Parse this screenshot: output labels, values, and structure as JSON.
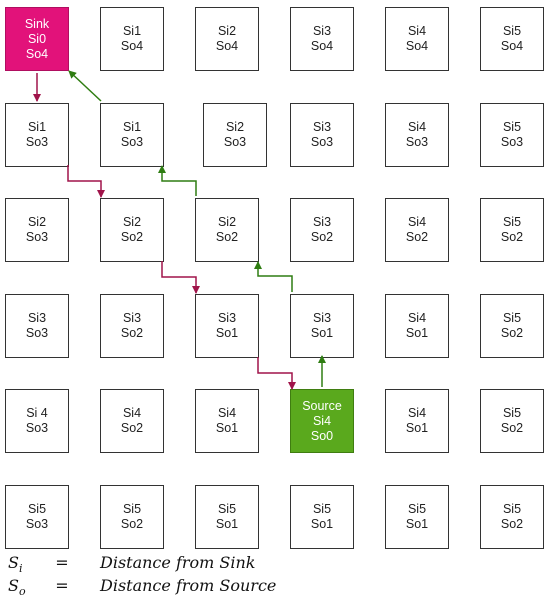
{
  "nodes": [
    {
      "type": "sink",
      "lines": [
        "Sink",
        "Si0",
        "So4"
      ]
    },
    {
      "lines": [
        "Si1",
        "So4"
      ]
    },
    {
      "lines": [
        "Si2",
        "So4"
      ]
    },
    {
      "lines": [
        "Si3",
        "So4"
      ]
    },
    {
      "lines": [
        "Si4",
        "So4"
      ]
    },
    {
      "lines": [
        "Si5",
        "So4"
      ]
    },
    {
      "lines": [
        "Si1",
        "So3"
      ]
    },
    {
      "lines": [
        "Si1",
        "So3"
      ]
    },
    {
      "lines": [
        "Si2",
        "So3"
      ]
    },
    {
      "lines": [
        "Si3",
        "So3"
      ]
    },
    {
      "lines": [
        "Si4",
        "So3"
      ]
    },
    {
      "lines": [
        "Si5",
        "So3"
      ]
    },
    {
      "lines": [
        "Si2",
        "So3"
      ]
    },
    {
      "lines": [
        "Si2",
        "So2"
      ]
    },
    {
      "lines": [
        "Si2",
        "So2"
      ]
    },
    {
      "lines": [
        "Si3",
        "So2"
      ]
    },
    {
      "lines": [
        "Si4",
        "So2"
      ]
    },
    {
      "lines": [
        "Si5",
        "So2"
      ]
    },
    {
      "lines": [
        "Si3",
        "So3"
      ]
    },
    {
      "lines": [
        "Si3",
        "So2"
      ]
    },
    {
      "lines": [
        "Si3",
        "So1"
      ]
    },
    {
      "lines": [
        "Si3",
        "So1"
      ]
    },
    {
      "lines": [
        "Si4",
        "So1"
      ]
    },
    {
      "lines": [
        "Si5",
        "So2"
      ]
    },
    {
      "lines": [
        "Si 4",
        "So3"
      ]
    },
    {
      "lines": [
        "Si4",
        "So2"
      ]
    },
    {
      "lines": [
        "Si4",
        "So1"
      ]
    },
    {
      "type": "source",
      "lines": [
        "Source",
        "Si4",
        "So0"
      ]
    },
    {
      "lines": [
        "Si4",
        "So1"
      ]
    },
    {
      "lines": [
        "Si5",
        "So2"
      ]
    },
    {
      "lines": [
        "Si5",
        "So3"
      ]
    },
    {
      "lines": [
        "Si5",
        "So2"
      ]
    },
    {
      "lines": [
        "Si5",
        "So1"
      ]
    },
    {
      "lines": [
        "Si5",
        "So1"
      ]
    },
    {
      "lines": [
        "Si5",
        "So1"
      ]
    },
    {
      "lines": [
        "Si5",
        "So2"
      ]
    }
  ],
  "legend": [
    {
      "symbol": "S",
      "sub": "i",
      "eq": "=",
      "text": "Distance from Sink"
    },
    {
      "symbol": "S",
      "sub": "o",
      "eq": "=",
      "text": "Distance from Source"
    }
  ],
  "colors": {
    "sink": "#e2127a",
    "source": "#5aa91d",
    "path_red": "#a0144a",
    "path_green": "#2f7d12"
  }
}
